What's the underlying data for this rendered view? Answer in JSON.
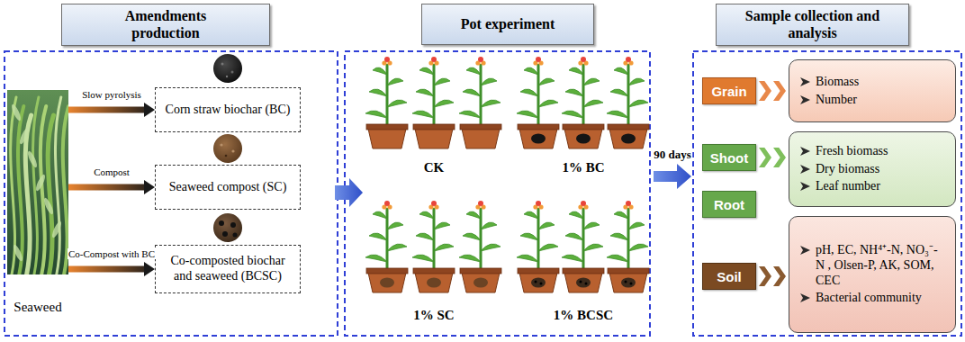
{
  "diagram": {
    "nodes": [
      {
        "text": [
          "Amendments production"
        ]
      },
      {
        "text": [
          "Pot experiment"
        ]
      },
      {
        "text": [
          "Sample collection and analysis"
        ]
      },
      {
        "text": [
          "Seaweed"
        ]
      },
      {
        "text": [
          "Corn straw biochar (BC)"
        ]
      },
      {
        "text": [
          "Seaweed compost (SC)"
        ]
      },
      {
        "text": [
          "Co-composted biochar and seaweed (BCSC)"
        ]
      },
      {
        "text": [
          "Grain"
        ]
      },
      {
        "text": [
          "Biomass",
          "Number"
        ]
      },
      {
        "text": [
          "Shoot"
        ]
      },
      {
        "text": [
          "Root"
        ]
      },
      {
        "text": [
          "Fresh biomass",
          "Dry biomass",
          "Leaf number"
        ]
      },
      {
        "text": [
          "Soil"
        ]
      },
      {
        "text": [
          "pH, EC, NH⁴⁺-N, NO₃⁻-N , Olsen-P, AK, SOM, CEC",
          "Bacterial community"
        ]
      }
    ],
    "edges": [
      {
        "from": 3,
        "to": 4,
        "label": "Slow pyrolysis",
        "arrow": "to"
      },
      {
        "from": 3,
        "to": 5,
        "label": "Compost",
        "arrow": "to"
      },
      {
        "from": 3,
        "to": 6,
        "label": "Co-Compost with BC",
        "arrow": "to"
      },
      {
        "from": 7,
        "to": 8,
        "arrow": "to"
      },
      {
        "from": 9,
        "to": 11,
        "arrow": "to"
      },
      {
        "from": 12,
        "to": 13,
        "arrow": "to"
      }
    ],
    "labels": [
      "CK",
      "1% BC",
      "1% SC",
      "1% BCSC",
      "90 days"
    ]
  }
}
